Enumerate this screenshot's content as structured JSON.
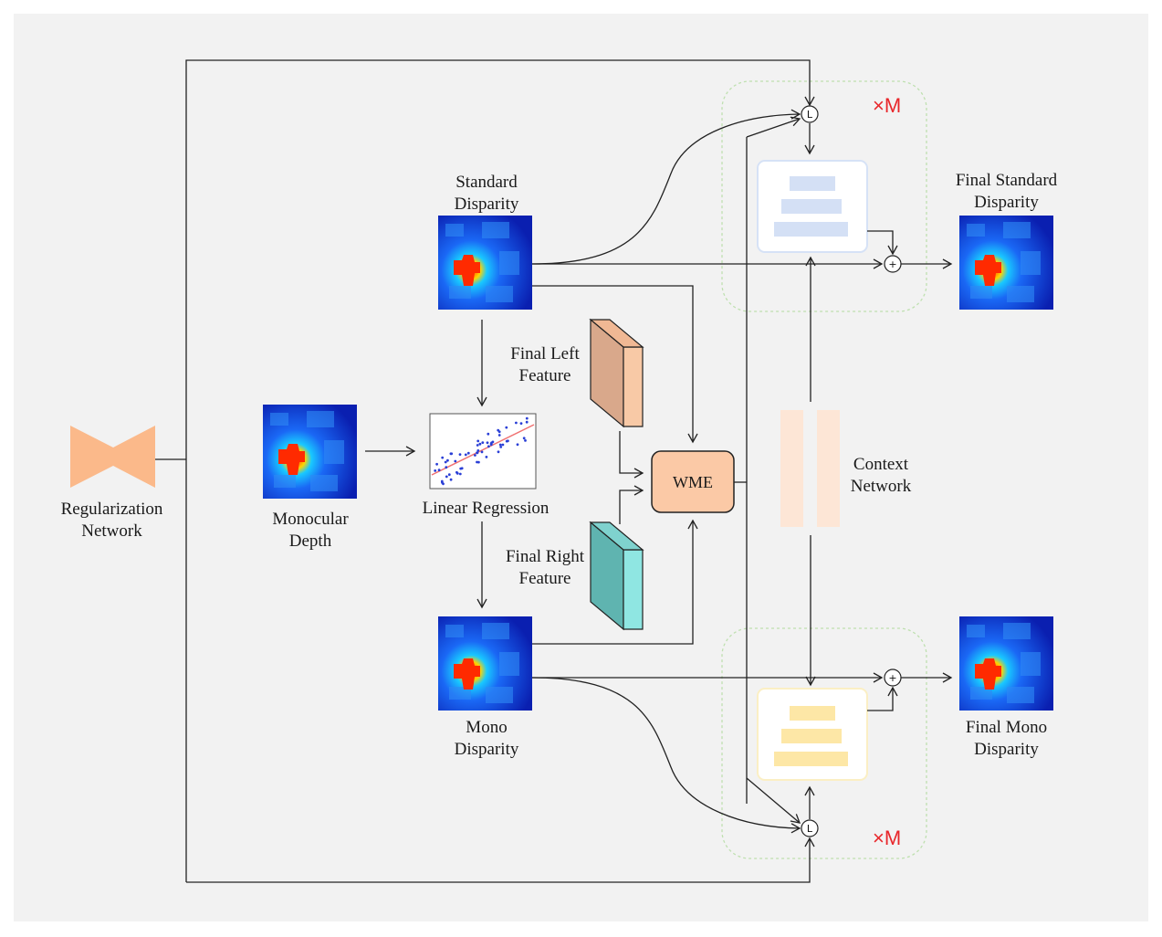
{
  "labels": {
    "regularization_network": [
      "Regularization",
      "Network"
    ],
    "monocular_depth": [
      "Monocular",
      "Depth"
    ],
    "standard_disparity": [
      "Standard",
      "Disparity"
    ],
    "linear_regression": "Linear Regression",
    "mono_disparity": [
      "Mono",
      "Disparity"
    ],
    "final_left_feature": [
      "Final Left",
      "Feature"
    ],
    "final_right_feature": [
      "Final Right",
      "Feature"
    ],
    "wme": "WME",
    "context_network": [
      "Context",
      "Network"
    ],
    "final_standard_disparity": [
      "Final Standard",
      "Disparity"
    ],
    "final_mono_disparity": [
      "Final Mono",
      "Disparity"
    ],
    "multiplier_top": "×M",
    "multiplier_bottom": "×M"
  },
  "operators": {
    "lookup": "L",
    "add": "+"
  },
  "colors": {
    "background": "#f2f2f2",
    "hourglass": "#fbb98a",
    "wme_fill": "#fbc9a6",
    "left_feature_front": "#d9a88b",
    "left_feature_side": "#f8c9a6",
    "right_feature_front": "#5fb4b0",
    "right_feature_side": "#8fe6e2",
    "update_block_top": "#d4e0f5",
    "update_block_bottom": "#fde7a6",
    "context_bars": "#fde6d6",
    "dashed_region": "#bfe0b0",
    "multiplier": "#e8262a",
    "regression_line": "#f07070",
    "regression_points": "#2a3fd6"
  }
}
